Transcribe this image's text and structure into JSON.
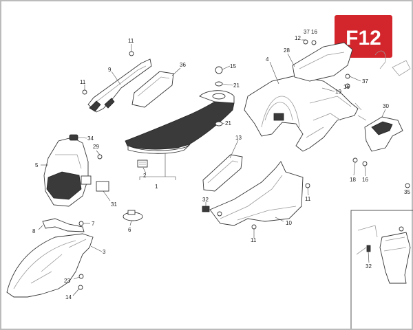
{
  "badge": {
    "text": "F12",
    "bg_color": "#d3262c",
    "text_color": "#ffffff"
  },
  "frame_color": "#bbbbbb",
  "labels": [
    {
      "id": "p11a",
      "text": "11"
    },
    {
      "id": "p9",
      "text": "9"
    },
    {
      "id": "p11b",
      "text": "11"
    },
    {
      "id": "p36",
      "text": "36"
    },
    {
      "id": "p15",
      "text": "15"
    },
    {
      "id": "p21a",
      "text": "21"
    },
    {
      "id": "p21b",
      "text": "21"
    },
    {
      "id": "p4",
      "text": "4"
    },
    {
      "id": "p28",
      "text": "28"
    },
    {
      "id": "p12",
      "text": "12"
    },
    {
      "id": "p37a",
      "text": "37"
    },
    {
      "id": "p16a",
      "text": "16"
    },
    {
      "id": "p19",
      "text": "19"
    },
    {
      "id": "p16b",
      "text": "16"
    },
    {
      "id": "p37b",
      "text": "37"
    },
    {
      "id": "p30",
      "text": "30"
    },
    {
      "id": "p34",
      "text": "34"
    },
    {
      "id": "p29",
      "text": "29"
    },
    {
      "id": "p5",
      "text": "5"
    },
    {
      "id": "p2",
      "text": "2"
    },
    {
      "id": "p1",
      "text": "1"
    },
    {
      "id": "p31",
      "text": "31"
    },
    {
      "id": "p6",
      "text": "6"
    },
    {
      "id": "p13",
      "text": "13"
    },
    {
      "id": "p11c",
      "text": "11"
    },
    {
      "id": "p32a",
      "text": "32"
    },
    {
      "id": "p10",
      "text": "10"
    },
    {
      "id": "p11d",
      "text": "11"
    },
    {
      "id": "p18",
      "text": "18"
    },
    {
      "id": "p16c",
      "text": "16"
    },
    {
      "id": "p35",
      "text": "35"
    },
    {
      "id": "p7",
      "text": "7"
    },
    {
      "id": "p8",
      "text": "8"
    },
    {
      "id": "p3",
      "text": "3"
    },
    {
      "id": "p23",
      "text": "23"
    },
    {
      "id": "p14",
      "text": "14"
    },
    {
      "id": "p32b",
      "text": "32"
    }
  ]
}
